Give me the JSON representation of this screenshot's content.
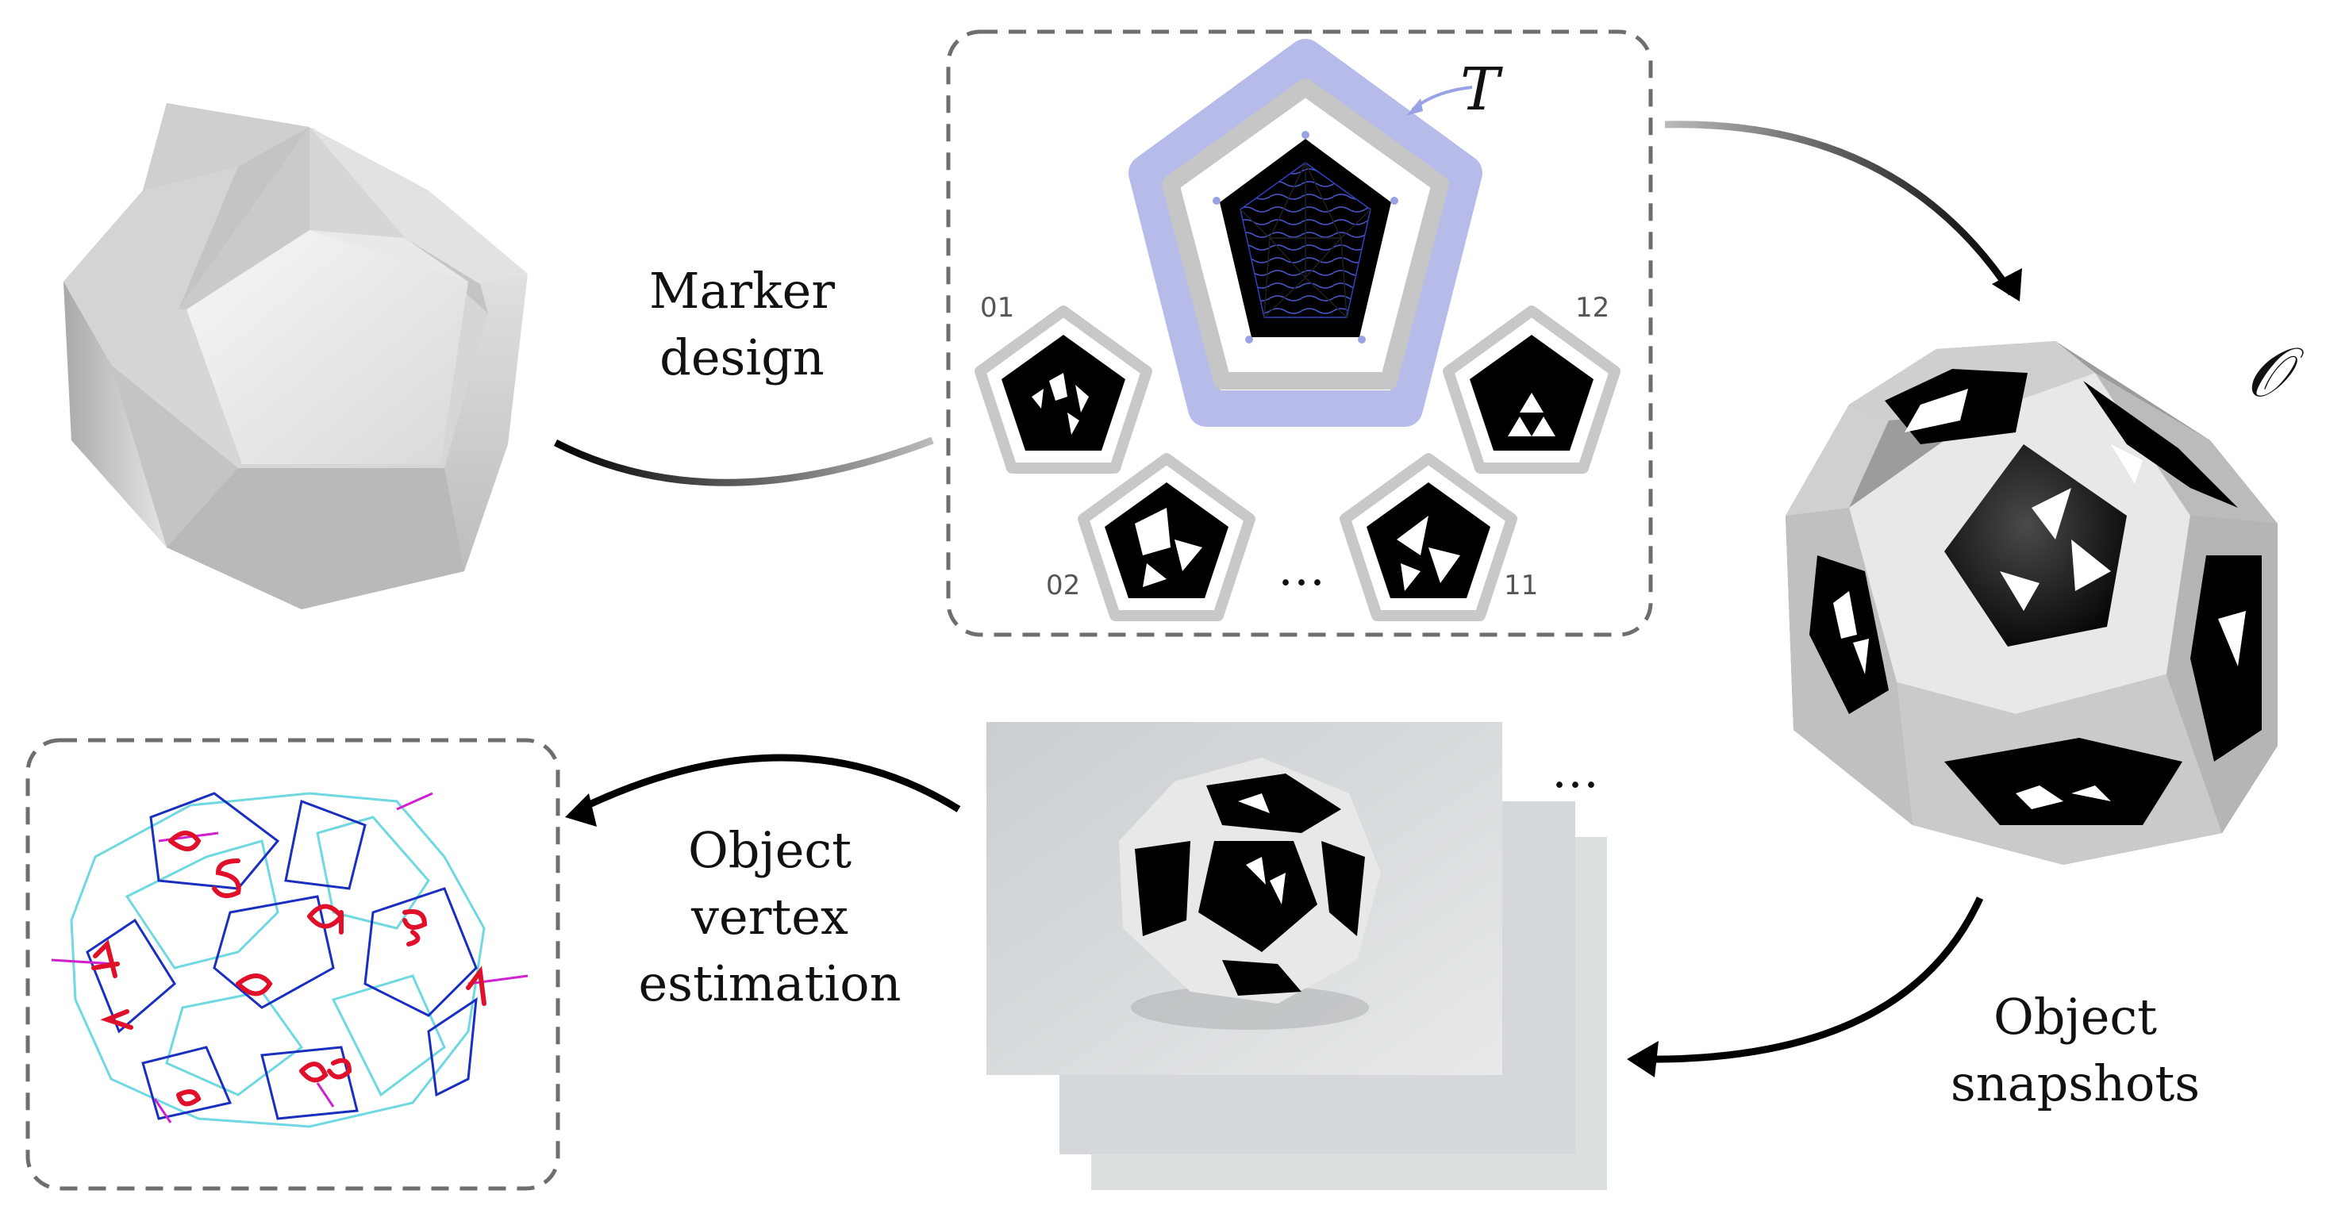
{
  "labels": {
    "marker_design": [
      "Marker",
      "design"
    ],
    "object_snapshots": [
      "Object",
      "snapshots"
    ],
    "vertex_estimation": [
      "Object",
      "vertex",
      "estimation"
    ],
    "template_symbol": "T",
    "object_symbol": "𝒪"
  },
  "marker_ids": {
    "first": "01",
    "second": "02",
    "eleventh": "11",
    "twelfth": "12",
    "ellipsis": "…"
  },
  "snapshot_ellipsis": "…",
  "colors": {
    "template_band": "#b6bbea",
    "marker_black": "#000000",
    "marker_border": "#c8c8c8",
    "dashed_frame": "#6e6e6e",
    "wire_blue": "#1a2fbf",
    "wire_cyan": "#6fd8e0",
    "digit_red": "#e0102a",
    "axis_magenta": "#d020d0"
  }
}
